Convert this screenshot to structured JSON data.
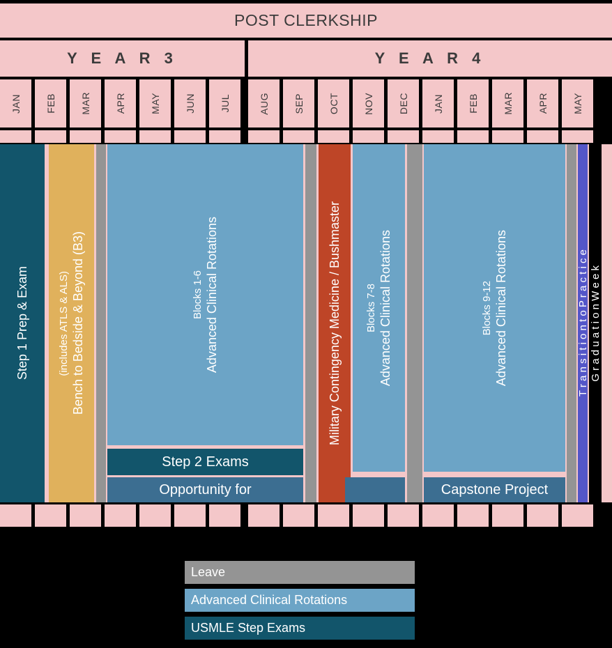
{
  "header": {
    "title": "POST CLERKSHIP",
    "year3_label": "Y E A R  3",
    "year4_label": "Y E A R  4",
    "months": [
      "JAN",
      "FEB",
      "MAR",
      "APR",
      "MAY",
      "JUN",
      "JUL",
      "AUG",
      "SEP",
      "OCT",
      "NOV",
      "DEC",
      "JAN",
      "FEB",
      "MAR",
      "APR",
      "MAY"
    ]
  },
  "colors": {
    "pink": "#F4C7C9",
    "dark_teal": "#12556B",
    "gold": "#E0B15C",
    "gray": "#949494",
    "light_blue": "#6CA4C6",
    "medium_blue": "#3C6E91",
    "red": "#BE4527",
    "purple": "#5456C8",
    "black": "#000000",
    "text_dark": "#3B3B3B"
  },
  "blocks": [
    {
      "name": "step-1-prep-exam",
      "label": "Step 1 Prep & Exam",
      "label2": "",
      "color": "dark_teal",
      "orient": "vertical"
    },
    {
      "name": "bench-to-bedside",
      "label": "Bench to Bedside & Beyond (B3)",
      "label2": "(includes ATLS & ALS)",
      "color": "gold",
      "orient": "vertical"
    },
    {
      "name": "leave-1",
      "label": "",
      "label2": "",
      "color": "gray",
      "orient": "vertical"
    },
    {
      "name": "advanced-clinical-rotations-blocks-1-6",
      "label": "Advanced Clinical Rotations",
      "label2": "Blocks 1-6",
      "color": "light_blue",
      "orient": "vertical"
    },
    {
      "name": "leave-2",
      "label": "",
      "label2": "",
      "color": "gray",
      "orient": "vertical"
    },
    {
      "name": "military-contingency-medicine-bushmaster",
      "label": "Military Contingency Medicine / Bushmaster",
      "label2": "",
      "color": "red",
      "orient": "vertical"
    },
    {
      "name": "advanced-clinical-rotations-blocks-7-8",
      "label": "Advanced Clinical Rotations",
      "label2": "Blocks 7-8",
      "color": "light_blue",
      "orient": "vertical"
    },
    {
      "name": "leave-3",
      "label": "",
      "label2": "",
      "color": "gray",
      "orient": "vertical"
    },
    {
      "name": "advanced-clinical-rotations-blocks-9-12",
      "label": "Advanced Clinical Rotations",
      "label2": "Blocks 9-12",
      "color": "light_blue",
      "orient": "vertical"
    },
    {
      "name": "leave-4",
      "label": "",
      "label2": "",
      "color": "gray",
      "orient": "vertical"
    },
    {
      "name": "transition-to-practice",
      "label": "T r a n s i t i o n   t o   P r a c t i c e",
      "label2": "",
      "color": "purple",
      "orient": "vertical"
    },
    {
      "name": "graduation-week",
      "label": "G r a d u a t i o n   W e e k",
      "label2": "",
      "color": "black",
      "orient": "vertical"
    }
  ],
  "bars": {
    "step_2_exams": "Step 2 Exams",
    "opportunity_for": "Opportunity for",
    "capstone_project": "Capstone Project"
  },
  "legend": [
    {
      "label": "Leave",
      "color": "gray"
    },
    {
      "label": "Advanced Clinical Rotations",
      "color": "light_blue"
    },
    {
      "label": "USMLE Step Exams",
      "color": "dark_teal"
    }
  ]
}
